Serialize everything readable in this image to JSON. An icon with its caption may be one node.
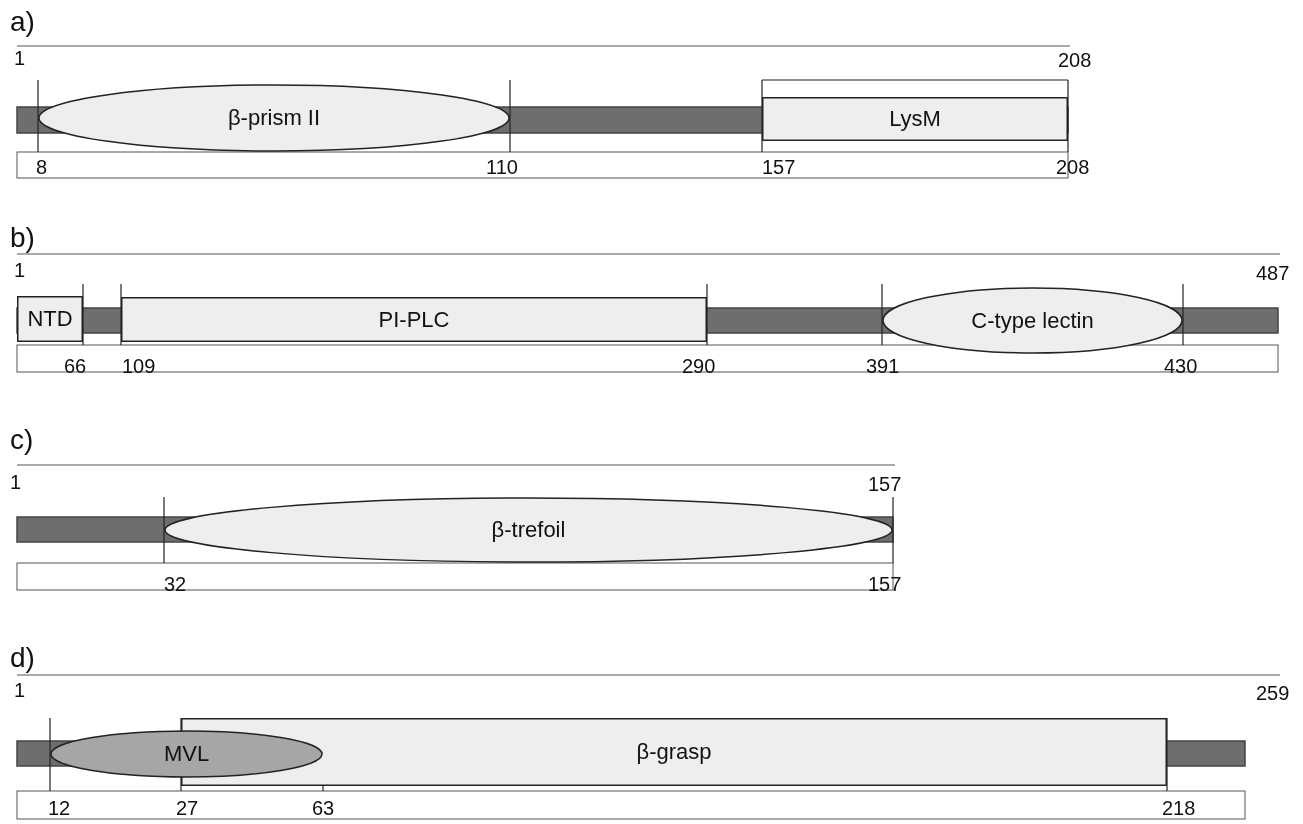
{
  "diagram": {
    "nodes": [
      {
        "text": [
          "β-prism II"
        ]
      },
      {
        "text": [
          "LysM"
        ]
      },
      {
        "text": [
          "NTD"
        ]
      },
      {
        "text": [
          "PI-PLC"
        ]
      },
      {
        "text": [
          "C-type lectin"
        ]
      },
      {
        "text": [
          "β-trefoil"
        ]
      },
      {
        "text": [
          "MVL"
        ]
      },
      {
        "text": [
          "β-grasp"
        ]
      }
    ],
    "labels": [
      "a)",
      "1",
      "208",
      "8",
      "110",
      "157",
      "208",
      "b)",
      "1",
      "487",
      "66",
      "109",
      "290",
      "391",
      "430",
      "c)",
      "1",
      "157",
      "32",
      "157",
      "d)",
      "1",
      "259",
      "12",
      "27",
      "63",
      "218"
    ]
  }
}
